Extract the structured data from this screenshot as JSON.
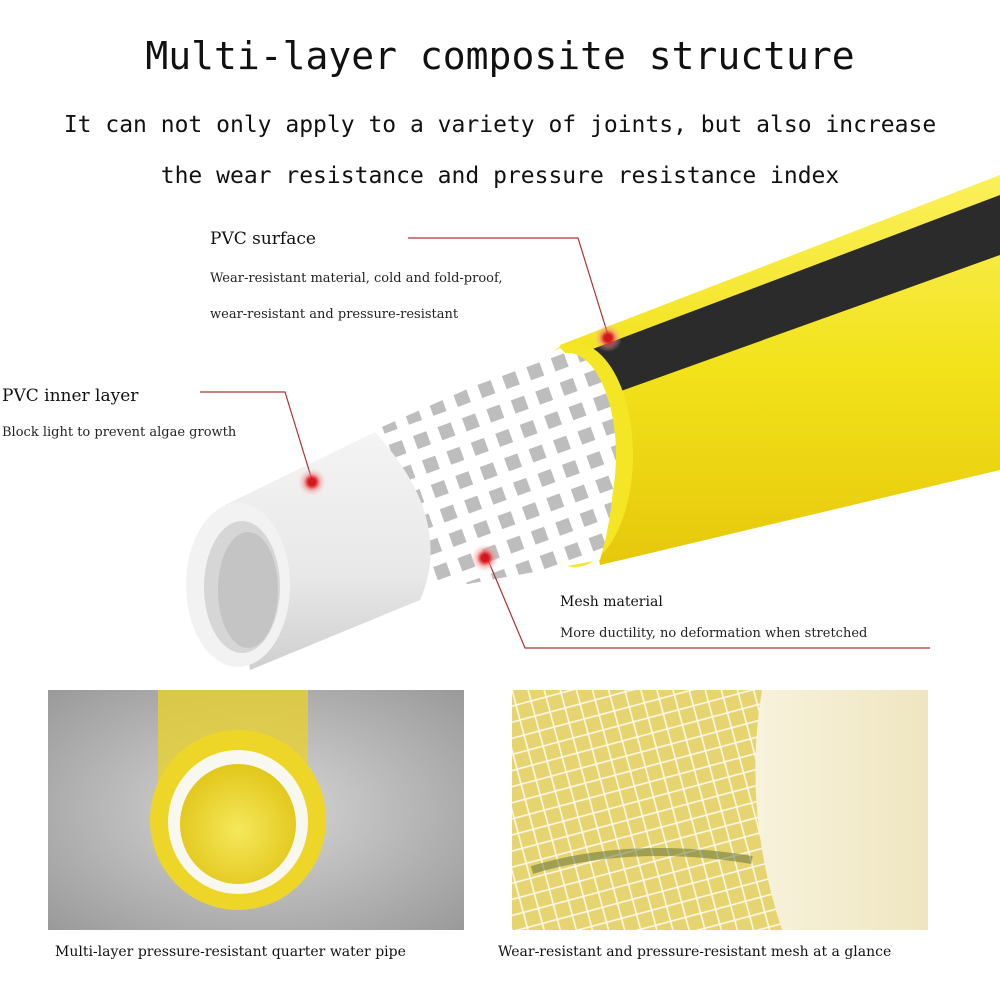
{
  "header": {
    "title": "Multi-layer composite structure",
    "subtitle_line1": "It can not only apply to a variety of joints, but also increase",
    "subtitle_line2": "the wear resistance and pressure resistance index"
  },
  "labels": {
    "pvc_surface": {
      "title": "PVC surface",
      "desc_line1": "Wear-resistant material, cold and fold-proof,",
      "desc_line2": "wear-resistant and pressure-resistant"
    },
    "pvc_inner": {
      "title": "PVC inner layer",
      "desc": "Block light to prevent algae growth"
    },
    "mesh": {
      "title": "Mesh material",
      "desc": "More ductility, no deformation when stretched"
    }
  },
  "captions": {
    "left": "Multi-layer pressure-resistant quarter water pipe",
    "right": "Wear-resistant and pressure-resistant mesh at a glance"
  },
  "colors": {
    "hose_yellow": "#f2e21a",
    "stripe": "#2b2b2b",
    "inner_white": "#ededed",
    "marker_red": "#e0262c",
    "leader_line": "#b03030"
  }
}
